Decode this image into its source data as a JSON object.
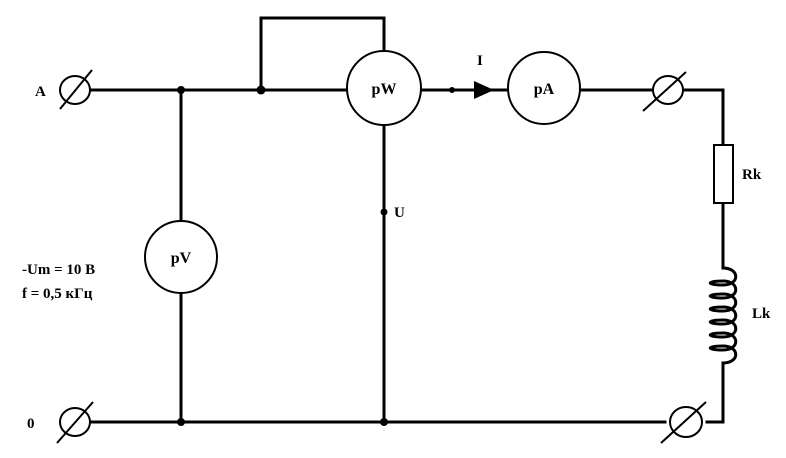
{
  "terminals": {
    "phase": "A",
    "neutral": "0"
  },
  "source": {
    "amplitude": "-Um = 10 В",
    "frequency": "f = 0,5 кГц"
  },
  "meters": {
    "voltmeter": "pV",
    "wattmeter": "pW",
    "ammeter": "pA"
  },
  "labels": {
    "current": "I",
    "voltage": "U",
    "resistor": "Rk",
    "inductor": "Lk"
  }
}
